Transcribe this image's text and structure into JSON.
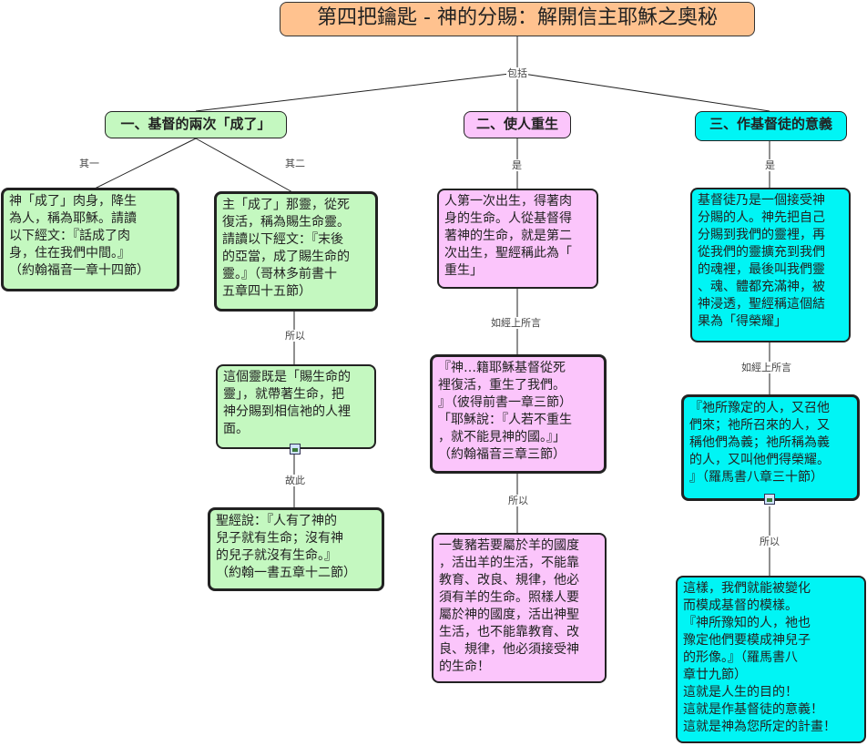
{
  "title": "第四把鑰匙 - 神的分賜：解開信主耶穌之奧秘",
  "root_link": "包括",
  "branch1": {
    "heading": "一、基督的兩次「成了」",
    "link_a": "其一",
    "link_b": "其二",
    "node_a": "神「成了」肉身，降生\n為人，稱為耶穌。請讀\n以下經文：『話成了肉\n身，住在我們中間。』\n（約翰福音一章十四節）",
    "node_b": "主「成了」那靈，從死\n復活，稱為賜生命靈。\n請讀以下經文：『末後\n的亞當，成了賜生命的\n靈。』（哥林多前書十\n五章四十五節）",
    "link_c": "所以",
    "node_c": "這個靈既是「賜生命的\n靈」，就帶著生命，把\n神分賜到相信祂的人裡\n面。",
    "link_d": "故此",
    "node_d": "聖經說：『人有了神的\n兒子就有生命；沒有神\n的兒子就沒有生命。』\n（約翰一書五章十二節）"
  },
  "branch2": {
    "heading": "二、使人重生",
    "link_a": "是",
    "node_a": "人第一次出生，得著肉\n身的生命。人從基督得\n著神的生命，就是第二\n次出生，聖經稱此為「\n重生」",
    "link_b": "如經上所言",
    "node_b": "『神…籍耶穌基督從死\n裡復活，重生了我們。\n』（彼得前書一章三節）\n「耶穌說：『人若不重生\n，就不能見神的國。』」\n（約翰福音三章三節）",
    "link_c": "所以",
    "node_c": "一隻豬若要屬於羊的國度\n，活出羊的生活，不能靠\n教育、改良、規律，他必\n須有羊的生命。照樣人要\n屬於神的國度，活出神聖\n生活，也不能靠教育、改\n良、規律，他必須接受神\n的生命！"
  },
  "branch3": {
    "heading": "三、作基督徒的意義",
    "link_a": "是",
    "node_a": "基督徒乃是一個接受神\n分賜的人。神先把自己\n分賜到我們的靈裡，再\n從我們的靈擴充到我們\n的魂裡，最後叫我們靈\n、魂、體都充滿神，被\n神浸透，聖經稱這個結\n果為「得榮耀」",
    "link_b": "如經上所言",
    "node_b": "『祂所豫定的人，又召他\n們來；祂所召來的人，又\n稱他們為義；祂所稱為義\n的人，又叫他們得榮耀。\n』（羅馬書八章三十節）",
    "link_c": "所以",
    "node_c": "這樣，我們就能被變化\n而模成基督的模樣。\n『神所豫知的人，祂也\n豫定他們要模成神兒子\n的形像。』（羅馬書八\n章廿九節）\n這就是人生的目的！\n這就是作基督徒的意義！\n這就是神為您所定的計畫！"
  },
  "colors": {
    "title_bg": "#ffc28f",
    "green": "#c4f8c0",
    "pink": "#fbc5fb",
    "cyan": "#00f5f5"
  },
  "icons": [
    "image-icon",
    "image-icon"
  ]
}
